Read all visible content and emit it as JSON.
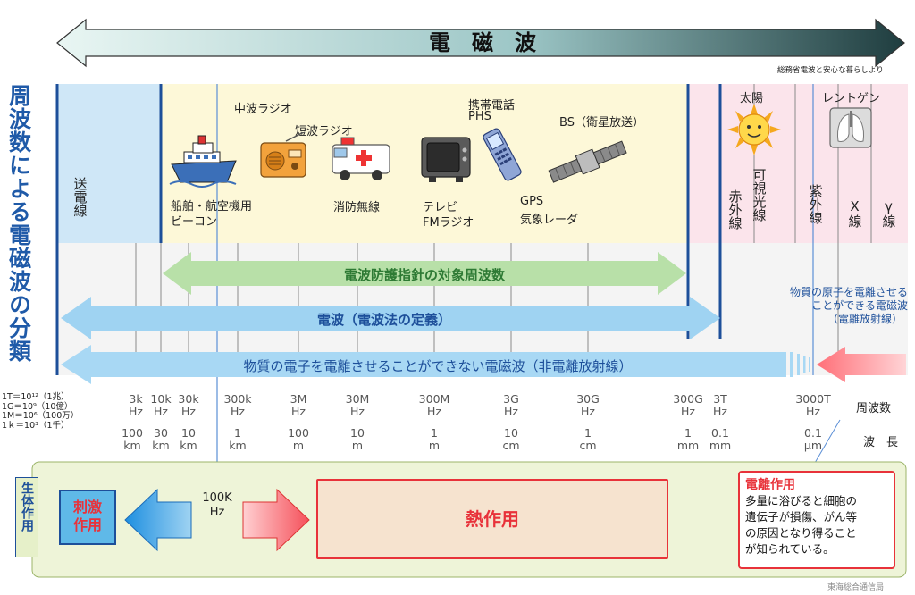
{
  "header": {
    "title": "電　磁　波",
    "source_top": "総務省電波と安心な暮らしより"
  },
  "side_title": "周波数による電磁波の分類",
  "bands": {
    "transmission": "送電線",
    "infrared": "赤外線",
    "visible": "可視光線",
    "ultraviolet": "紫外線",
    "xray": "X線",
    "gamma": "γ線"
  },
  "applications": {
    "mw_radio": "中波ラジオ",
    "sw_radio": "短波ラジオ",
    "ship_line1": "船舶・航空機用",
    "ship_line2": "ビーコン",
    "fire": "消防無線",
    "tv_line1": "テレビ",
    "tv_line2": "FMラジオ",
    "mobile_line1": "携帯電話",
    "mobile_line2": "PHS",
    "gps_line1": "GPS",
    "gps_line2": "気象レーダ",
    "bs": "BS（衛星放送）",
    "sun": "太陽",
    "roentgen": "レントゲン"
  },
  "arrows": {
    "guideline": "電波防護指針の対象周波数",
    "radio_law": "電波（電波法の定義）",
    "non_ionizing": "物質の電子を電離させることができない電磁波（非電離放射線）",
    "ionizing_line1": "物質の原子を電離させる",
    "ionizing_line2": "ことができる電磁波",
    "ionizing_line3": "（電離放射線）"
  },
  "units": [
    "1T＝10¹²（1兆）",
    "1G＝10⁹（10億）",
    "1M＝10⁶（100万）",
    "1ｋ＝10³（1千）"
  ],
  "scale": {
    "freq_label": "周波数",
    "wave_label": "波　長",
    "freq_values": [
      [
        "3k",
        "Hz"
      ],
      [
        "10k",
        "Hz"
      ],
      [
        "30k",
        "Hz"
      ],
      [
        "300k",
        "Hz"
      ],
      [
        "3M",
        "Hz"
      ],
      [
        "30M",
        "Hz"
      ],
      [
        "300M",
        "Hz"
      ],
      [
        "3G",
        "Hz"
      ],
      [
        "30G",
        "Hz"
      ],
      [
        "300G",
        "Hz"
      ],
      [
        "3T",
        "Hz"
      ],
      [
        "3000T",
        "Hz"
      ]
    ],
    "wave_values": [
      [
        "100",
        "km"
      ],
      [
        "30",
        "km"
      ],
      [
        "10",
        "km"
      ],
      [
        "1",
        "km"
      ],
      [
        "100",
        "m"
      ],
      [
        "10",
        "m"
      ],
      [
        "1",
        "m"
      ],
      [
        "10",
        "cm"
      ],
      [
        "1",
        "cm"
      ],
      [
        "1",
        "mm"
      ],
      [
        "0.1",
        "mm"
      ],
      [
        "0.1",
        "μm"
      ]
    ]
  },
  "bio": {
    "label": "生体作用",
    "stimulus": "刺激作用",
    "threshold_line1": "100K",
    "threshold_line2": "Hz",
    "thermal": "熱作用",
    "ionizing_title": "電離作用",
    "ionizing_text": [
      "多量に浴びると細胞の",
      "遺伝子が損傷、がん等",
      "の原因となり得ること",
      "が知られている。"
    ]
  },
  "footer": {
    "source": "東海総合通信局"
  },
  "colors": {
    "blue_dark": "#1d4f9a",
    "light_blue": "#9fd3f2",
    "yellow_bg": "#fdf7d6",
    "pink_bg": "#fbe3ea",
    "green_arrow": "#b8e0a8",
    "red": "#e8323a",
    "bio_bg": "#eef4d8"
  }
}
